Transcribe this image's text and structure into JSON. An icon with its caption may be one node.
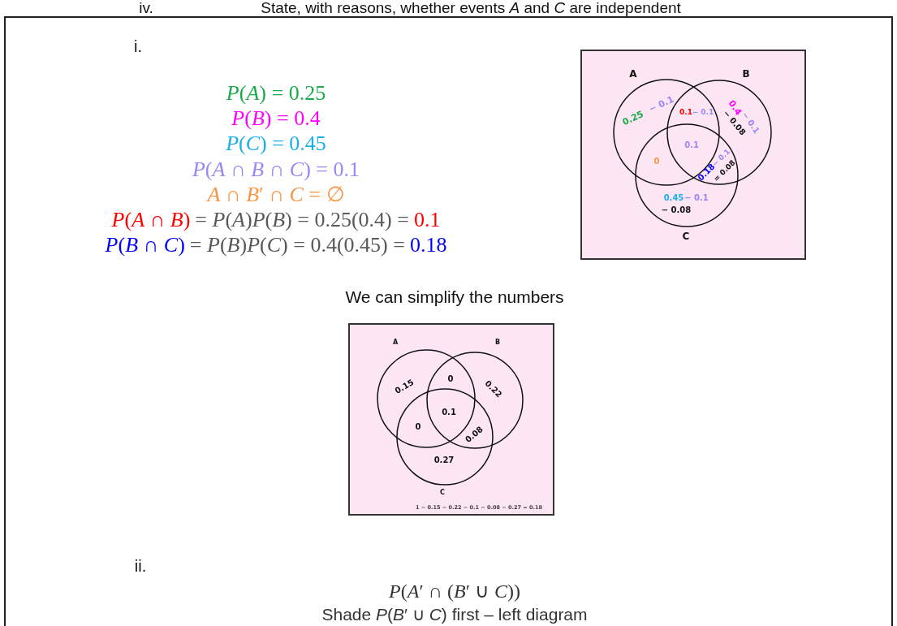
{
  "diagram": {
    "labels": [
      "iv.",
      "State, with reasons, whether events *A* and *C* are independent",
      "i.",
      "*P*(*A*) = 0.25",
      "*P*(*B*) = 0.4",
      "*P*(*C*) = 0.45",
      "*P*(*A* ∩ *B* ∩ *C*) = 0.1",
      "*A* ∩ *B*′ ∩ *C* = ∅",
      "*P*(*A* ∩ *B*)",
      "= *P*(*A*)*P*(*B*) = 0.25(0.4) =",
      "0.1",
      "*P*(*B* ∩ *C*)",
      "= *P*(*B*)*P*(*C*) = 0.4(0.45) =",
      "0.18",
      "A",
      "B",
      "0.25",
      "− 0.1",
      "0.1",
      "− 0.1",
      "0.4",
      "− 0.1",
      "− 0.08",
      "0.1",
      "0",
      "0.18",
      "− 0.1",
      "= 0.08",
      "0.45",
      "− 0.1",
      "− 0.08",
      "C",
      "We can simplify the numbers",
      "A",
      "B",
      "0.15",
      "0",
      "0.22",
      "0.1",
      "0",
      "0.08",
      "0.27",
      "C",
      "1 − 0.15 − 0.22 − 0.1 − 0.08 − 0.27 = 0.18",
      "ii.",
      "*P*(*A*′ ∩ (*B*′ ∪ *C*))",
      "Shade *P*(*B*′ ∪ *C*) first – left diagram"
    ]
  }
}
